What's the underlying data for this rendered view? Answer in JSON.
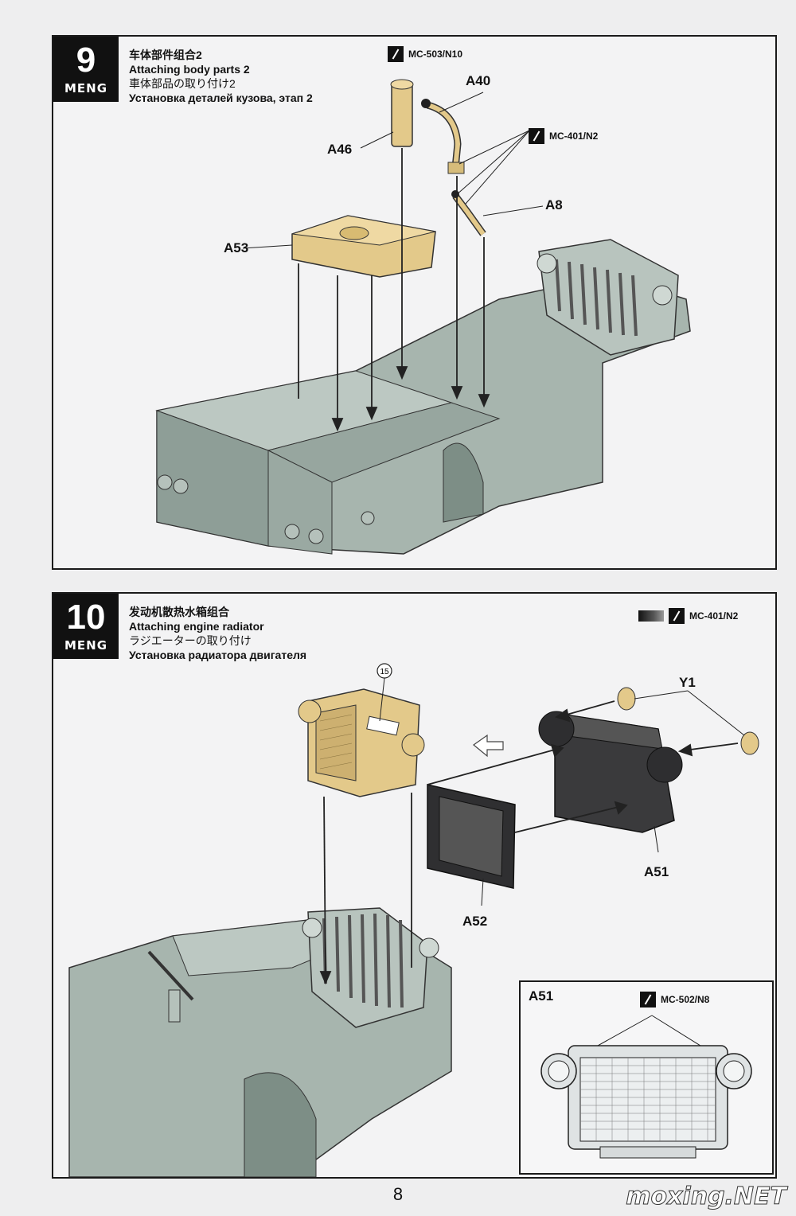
{
  "step9": {
    "number": "9",
    "brand": "MENG",
    "title_cn": "车体部件组合2",
    "title_en": "Attaching body parts 2",
    "title_jp": "車体部品の取り付け2",
    "title_ru": "Установка деталей кузова, этап 2",
    "paint_top": "MC-503/N10",
    "paint_mid": "MC-401/N2",
    "parts": {
      "a46": "A46",
      "a40": "A40",
      "a8": "A8",
      "a53": "A53"
    }
  },
  "step10": {
    "number": "10",
    "brand": "MENG",
    "title_cn": "发动机散热水箱组合",
    "title_en": "Attaching engine radiator",
    "title_jp": "ラジエーターの取り付け",
    "title_ru": "Установка радиатора двигателя",
    "paint": "MC-401/N2",
    "decal": "15",
    "parts": {
      "y1": "Y1",
      "a51": "A51",
      "a52": "A52"
    },
    "inset": {
      "title": "A51",
      "paint": "MC-502/N8"
    }
  },
  "page_number": "8",
  "watermark": "moxing.NET",
  "colors": {
    "body": "#a7b5ae",
    "body_dark": "#7d8e86",
    "yellow_part": "#e3c98a",
    "dark_part": "#3a3a3c",
    "frame": "#1a1a1a"
  }
}
